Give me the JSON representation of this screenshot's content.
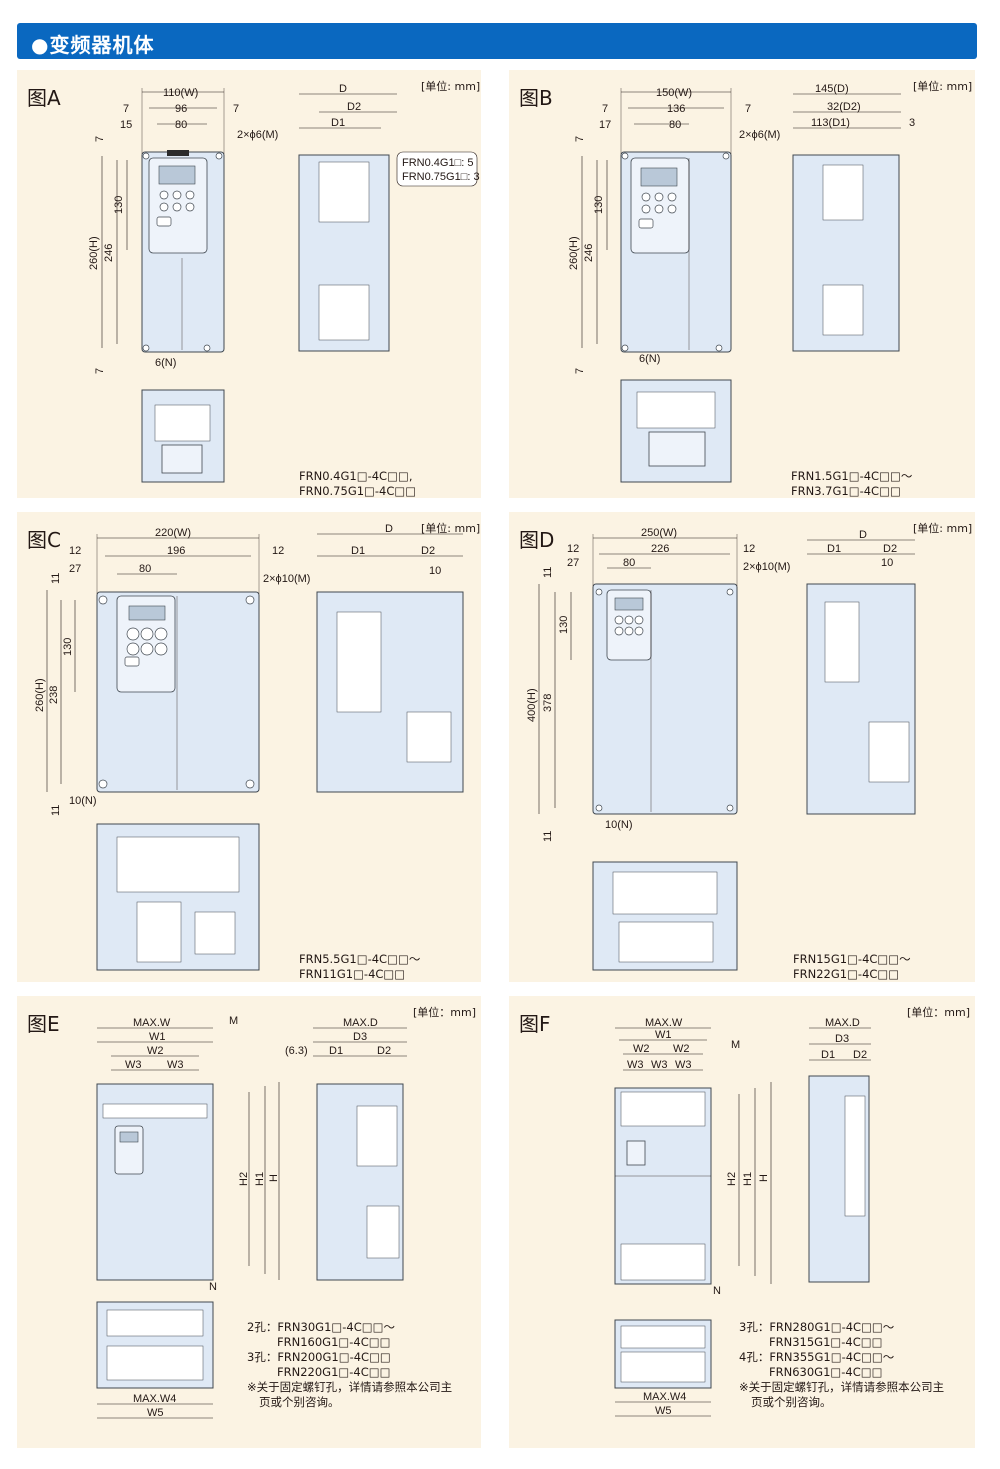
{
  "header": {
    "title": "●变频器机体"
  },
  "panels": {
    "A": {
      "title": "图A",
      "unit": "[单位: mm]",
      "dims": {
        "w_total": "110(W)",
        "w_mid": "96",
        "edge7": "7",
        "w_inner": "80",
        "left15": "15",
        "hole": "2×ϕ6(M)",
        "h_total": "260(H)",
        "h_inner": "246",
        "h_key": "130",
        "top7": "7",
        "bot7": "7",
        "n": "6(N)",
        "depth": "D",
        "d2": "D2",
        "d1": "D1"
      },
      "callout": [
        "FRN0.4G1□: 5",
        "FRN0.75G1□: 3"
      ],
      "models": [
        "FRN0.4G1□-4C□□,",
        "FRN0.75G1□-4C□□"
      ]
    },
    "B": {
      "title": "图B",
      "unit": "[单位: mm]",
      "dims": {
        "w_total": "150(W)",
        "w_mid": "136",
        "edge7": "7",
        "w_inner": "80",
        "left17": "17",
        "hole": "2×ϕ6(M)",
        "h_total": "260(H)",
        "h_inner": "246",
        "h_key": "130",
        "top7": "7",
        "bot7": "7",
        "n": "6(N)",
        "depth": "145(D)",
        "d2": "32(D2)",
        "d1": "113(D1)",
        "d3": "3"
      },
      "models": [
        "FRN1.5G1□-4C□□～",
        "FRN3.7G1□-4C□□"
      ]
    },
    "C": {
      "title": "图C",
      "unit": "[单位: mm]",
      "dims": {
        "w_total": "220(W)",
        "w_mid": "196",
        "edge12": "12",
        "w_inner": "80",
        "left27": "27",
        "hole": "2×ϕ10(M)",
        "h_total": "260(H)",
        "h_inner": "238",
        "h_key": "130",
        "top11": "11",
        "bot11": "11",
        "n": "10(N)",
        "depth": "D",
        "d1": "D1",
        "d2": "D2",
        "d10": "10"
      },
      "models": [
        "FRN5.5G1□-4C□□～",
        "FRN11G1□-4C□□"
      ]
    },
    "D": {
      "title": "图D",
      "unit": "[单位: mm]",
      "dims": {
        "w_total": "250(W)",
        "w_mid": "226",
        "edge12": "12",
        "w_inner": "80",
        "left27": "27",
        "hole": "2×ϕ10(M)",
        "h_total": "400(H)",
        "h_inner": "378",
        "h_key": "130",
        "top11": "11",
        "bot11": "11",
        "n": "10(N)",
        "depth": "D",
        "d1": "D1",
        "d2": "D2",
        "d10": "10"
      },
      "models": [
        "FRN15G1□-4C□□～",
        "FRN22G1□-4C□□"
      ]
    },
    "E": {
      "title": "图E",
      "unit": "[单位：mm]",
      "dims": {
        "maxw": "MAX.W",
        "w1": "W1",
        "w2": "W2",
        "w3": "W3",
        "m": "M",
        "maxd": "MAX.D",
        "d3": "D3",
        "d63": "(6.3)",
        "d1": "D1",
        "d2": "D2",
        "h2": "H2",
        "h1": "H1",
        "h": "H",
        "n": "N",
        "maxw4": "MAX.W4",
        "w5": "W5"
      },
      "notes": [
        "2孔：FRN30G1□-4C□□～",
        "FRN160G1□-4C□□",
        "3孔：FRN200G1□-4C□□",
        "FRN220G1□-4C□□",
        "※关于固定螺钉孔，详情请参照本公司主",
        "页或个别咨询。"
      ]
    },
    "F": {
      "title": "图F",
      "unit": "[单位：mm]",
      "dims": {
        "maxw": "MAX.W",
        "w1": "W1",
        "w2": "W2",
        "w3": "W3",
        "m": "M",
        "maxd": "MAX.D",
        "d3": "D3",
        "d1": "D1",
        "d2": "D2",
        "h2": "H2",
        "h1": "H1",
        "h": "H",
        "n": "N",
        "maxw4": "MAX.W4",
        "w5": "W5"
      },
      "notes": [
        "3孔：FRN280G1□-4C□□～",
        "FRN315G1□-4C□□",
        "4孔：FRN355G1□-4C□□～",
        "FRN630G1□-4C□□",
        "※关于固定螺钉孔，详情请参照本公司主",
        "页或个别咨询。"
      ]
    }
  },
  "colors": {
    "header": "#0a68c0",
    "panel": "#fbf3e3",
    "body": "#dfe9f5"
  }
}
